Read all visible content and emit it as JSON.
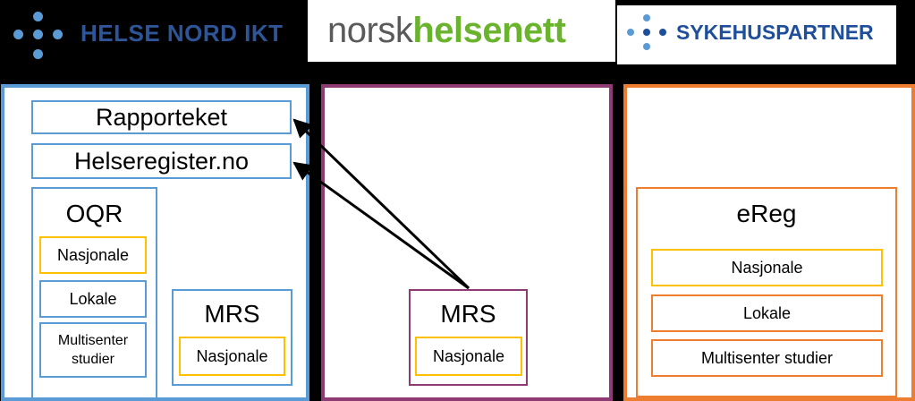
{
  "logos": {
    "helse_nord": "HELSE NORD IKT",
    "nhn_part1": "norsk",
    "nhn_part2": "helsenett",
    "sykehuspartner": "SYKEHUSPARTNER"
  },
  "helse_nord_panel": {
    "rapporteket": "Rapporteket",
    "helseregister": "Helseregister.no",
    "oqr": {
      "title": "OQR",
      "items": [
        "Nasjonale",
        "Lokale",
        "Multisenter studier"
      ]
    },
    "mrs": {
      "title": "MRS",
      "items": [
        "Nasjonale"
      ]
    }
  },
  "nhn_panel": {
    "mrs": {
      "title": "MRS",
      "items": [
        "Nasjonale"
      ]
    }
  },
  "sykehuspartner_panel": {
    "ereg": {
      "title": "eReg",
      "items": [
        "Nasjonale",
        "Lokale",
        "Multisenter studier"
      ]
    }
  },
  "colors": {
    "helse_nord": "#5b9bd5",
    "nhn": "#8e3b74",
    "sykehuspartner": "#ed7d31",
    "nasjonale": "#ffc000",
    "nhn_green": "#6ab42d",
    "nhn_gray": "#5a5a5a",
    "logo_blue": "#1f4e9a"
  }
}
